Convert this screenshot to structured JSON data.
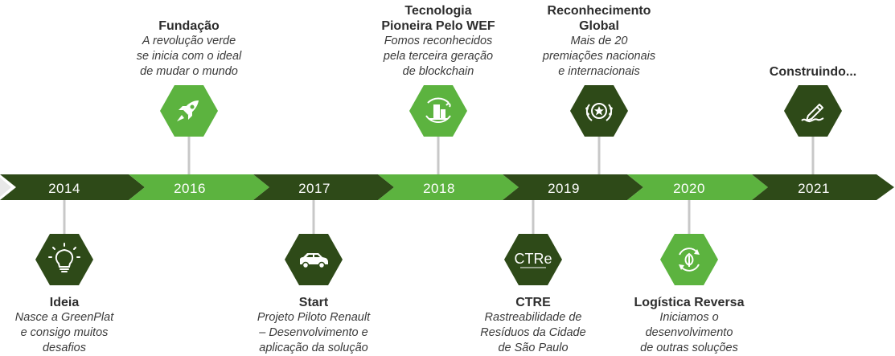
{
  "milestones": [
    {
      "year": "2014",
      "title": "Ideia",
      "desc": [
        "Nasce a GreenPlat",
        "e consigo muitos",
        "desafios"
      ],
      "icon": "lightbulb-icon",
      "color": "#2e4a18"
    },
    {
      "year": "2016",
      "title": "Fundação",
      "desc": [
        "A revolução verde",
        "se inicia com o ideal",
        "de mudar o mundo"
      ],
      "icon": "rocket-icon",
      "color": "#5cb33f"
    },
    {
      "year": "2017",
      "title": "Start",
      "desc": [
        "Projeto Piloto Renault",
        "– Desenvolvimento e",
        "aplicação da solução"
      ],
      "icon": "car-icon",
      "color": "#2e4a18"
    },
    {
      "year": "2018",
      "title": [
        "Tecnologia",
        "Pioneira Pelo WEF"
      ],
      "desc": [
        "Fomos reconhecidos",
        "pela terceira geração",
        "de blockchain"
      ],
      "icon": "eco-building-icon",
      "color": "#5cb33f"
    },
    {
      "year": "2019",
      "title": [
        "Reconhecimento",
        "Global"
      ],
      "desc": [
        "Mais de 20",
        "premiações nacionais",
        "e internacionais"
      ],
      "icon": "award-laurel-icon",
      "color": "#2e4a18"
    },
    {
      "year": "2019",
      "title": "CTRE",
      "desc": [
        "Rastreabilidade de",
        "Resíduos da Cidade",
        "de São Paulo"
      ],
      "icon": "ctre-logo-icon",
      "logo_text": "CTRe",
      "color": "#2e4a18"
    },
    {
      "year": "2020",
      "title": "Logística Reversa",
      "desc": [
        "Iniciamos o",
        "desenvolvimento",
        "de outras soluções"
      ],
      "icon": "recycle-leaf-icon",
      "color": "#5cb33f"
    },
    {
      "year": "2021",
      "title": "Construindo...",
      "desc": [],
      "icon": "pen-writing-icon",
      "color": "#2e4a18"
    }
  ],
  "timeline": {
    "years": [
      "2014",
      "2016",
      "2017",
      "2018",
      "2019",
      "2020",
      "2021"
    ],
    "colors": {
      "dark": "#2e4a18",
      "light": "#5cb33f",
      "connector": "#c8c8c8"
    }
  }
}
